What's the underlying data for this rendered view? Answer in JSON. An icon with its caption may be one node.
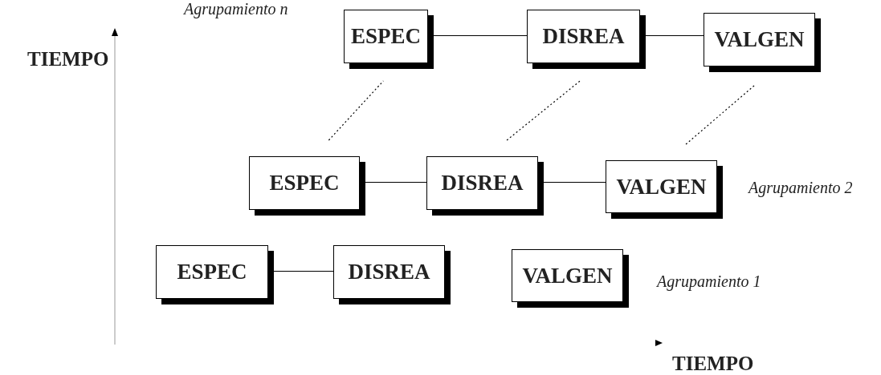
{
  "diagram": {
    "nodes": [
      {
        "text": [
          "ESPEC"
        ]
      },
      {
        "text": [
          "DISREA"
        ]
      },
      {
        "text": [
          "VALGEN"
        ]
      },
      {
        "text": [
          "ESPEC"
        ]
      },
      {
        "text": [
          "DISREA"
        ]
      },
      {
        "text": [
          "VALGEN"
        ]
      },
      {
        "text": [
          "ESPEC"
        ]
      },
      {
        "text": [
          "DISREA"
        ]
      },
      {
        "text": [
          "VALGEN"
        ]
      }
    ],
    "edges": [
      {
        "from": 0,
        "to": 1,
        "arrow": "none"
      },
      {
        "from": 1,
        "to": 2,
        "arrow": "none"
      },
      {
        "from": 3,
        "to": 0,
        "arrow": "none",
        "style": "dashed"
      },
      {
        "from": 4,
        "to": 1,
        "arrow": "none",
        "style": "dashed"
      },
      {
        "from": 5,
        "to": 2,
        "arrow": "none",
        "style": "dashed"
      },
      {
        "from": 3,
        "to": 4,
        "arrow": "none"
      },
      {
        "from": 4,
        "to": 5,
        "arrow": "none"
      },
      {
        "from": 6,
        "to": 7,
        "arrow": "none"
      }
    ],
    "labels": [
      "Agrupamiento n",
      "TIEMPO",
      "Agrupamiento 2",
      "Agrupamiento 1",
      "TIEMPO"
    ]
  }
}
